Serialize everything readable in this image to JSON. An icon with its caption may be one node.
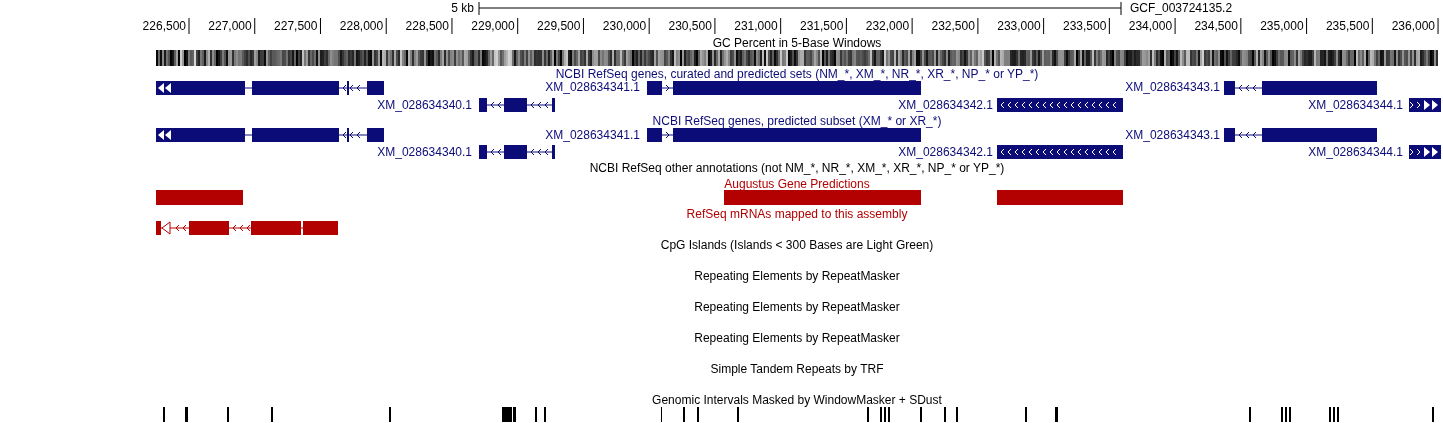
{
  "diagram": {
    "labels": [
      "5 kb",
      "GCF_003724135.2",
      "226,500",
      "227,000",
      "227,500",
      "228,000",
      "228,500",
      "229,000",
      "229,500",
      "230,000",
      "230,500",
      "231,000",
      "231,500",
      "232,000",
      "232,500",
      "233,000",
      "233,500",
      "234,000",
      "234,500",
      "235,000",
      "235,500",
      "236,000",
      "GC Percent in 5-Base Windows",
      "NCBI RefSeq genes, curated and predicted sets (NM_*, XM_*, NR_*, XR_*, NP_* or YP_*)",
      "XM_028634341.1",
      "XM_028634343.1",
      "XM_028634340.1",
      "XM_028634342.1",
      "XM_028634344.1",
      "NCBI RefSeq genes, predicted subset (XM_* or XR_*)",
      "XM_028634341.1",
      "XM_028634343.1",
      "XM_028634340.1",
      "XM_028634342.1",
      "XM_028634344.1",
      "NCBI RefSeq other annotations (not NM_*, NR_*, XM_*, XR_*, NP_* or YP_*)",
      "Augustus Gene Predictions",
      "RefSeq mRNAs mapped to this assembly",
      "CpG Islands (Islands < 300 Bases are Light Green)",
      "Repeating Elements by RepeatMasker",
      "Repeating Elements by RepeatMasker",
      "Repeating Elements by RepeatMasker",
      "Simple Tandem Repeats by TRF",
      "Genomic Intervals Masked by WindowMasker + SDust"
    ]
  }
}
